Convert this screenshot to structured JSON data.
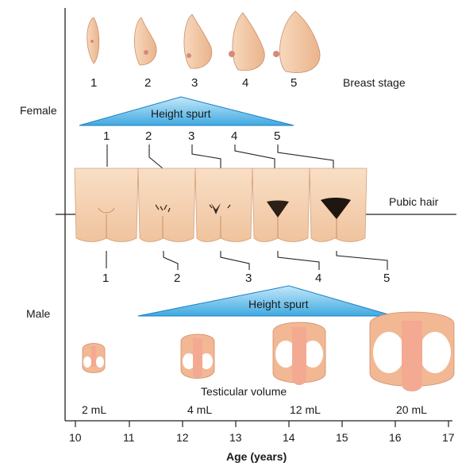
{
  "labels": {
    "female": "Female",
    "male": "Male",
    "breast_stage": "Breast stage",
    "pubic_hair": "Pubic hair",
    "testicular_volume": "Testicular volume",
    "height_spurt_female": "Height spurt",
    "height_spurt_male": "Height spurt"
  },
  "breast_stages": [
    "1",
    "2",
    "3",
    "4",
    "5"
  ],
  "female_pubic_stages": [
    "1",
    "2",
    "3",
    "4",
    "5"
  ],
  "male_pubic_stages": [
    "1",
    "2",
    "3",
    "4",
    "5"
  ],
  "testicular_volumes": [
    "2 mL",
    "4 mL",
    "12 mL",
    "20 mL"
  ],
  "axis": {
    "title": "Age (years)",
    "ticks": [
      "10",
      "11",
      "12",
      "13",
      "14",
      "15",
      "16",
      "17"
    ]
  },
  "colors": {
    "skin": "#f2c7a1",
    "skin_dark": "#d9a07a",
    "spurt_fill": "#5bb8e6",
    "spurt_light": "#a9dcf5",
    "testis": "#ffffff",
    "penis": "#f4a992"
  }
}
